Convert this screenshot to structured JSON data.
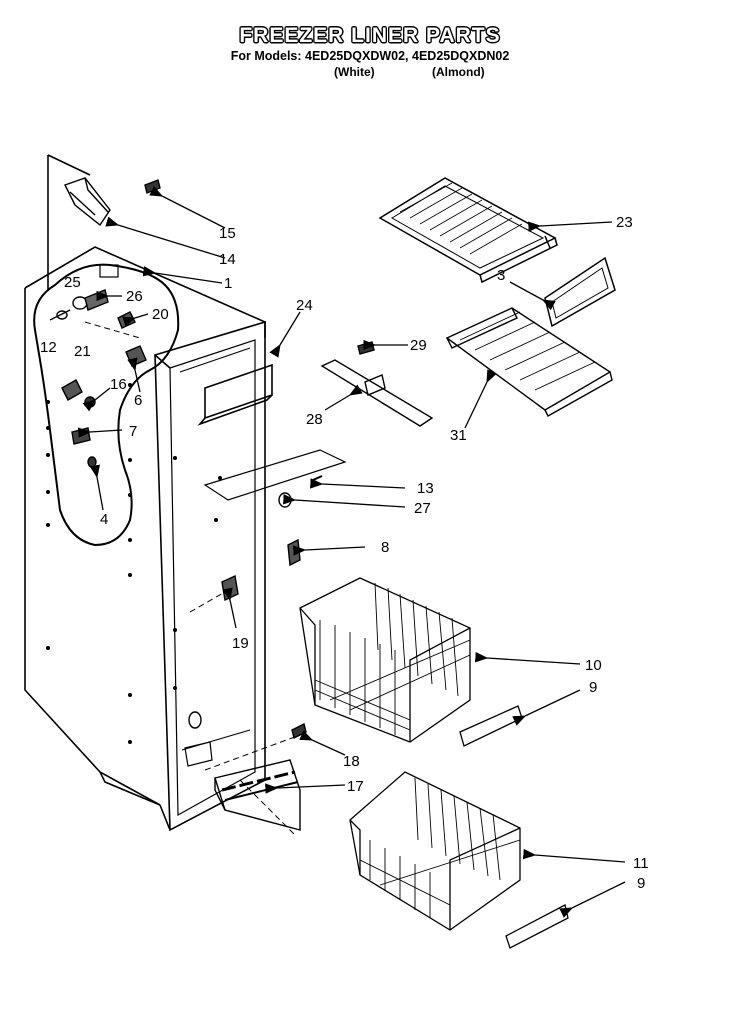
{
  "header": {
    "title": "FREEZER LINER PARTS",
    "models": "For Models: 4ED25DQXDW02, 4ED25DQXDN02",
    "color_white": "(White)",
    "color_almond": "(Almond)"
  },
  "callouts": {
    "c1": "1",
    "c3": "3",
    "c4": "4",
    "c6": "6",
    "c7": "7",
    "c8": "8",
    "c9a": "9",
    "c9b": "9",
    "c10": "10",
    "c11": "11",
    "c12": "12",
    "c13": "13",
    "c14": "14",
    "c15": "15",
    "c16": "16",
    "c17": "17",
    "c18": "18",
    "c19": "19",
    "c20": "20",
    "c21": "21",
    "c23": "23",
    "c24": "24",
    "c25": "25",
    "c26": "26",
    "c27": "27",
    "c28": "28",
    "c29": "29",
    "c31": "31"
  },
  "icons": {
    "liner": "freezer-liner-drawing",
    "basket": "wire-basket-drawing",
    "shelf": "wire-shelf-drawing",
    "arrow": "callout-arrow"
  }
}
